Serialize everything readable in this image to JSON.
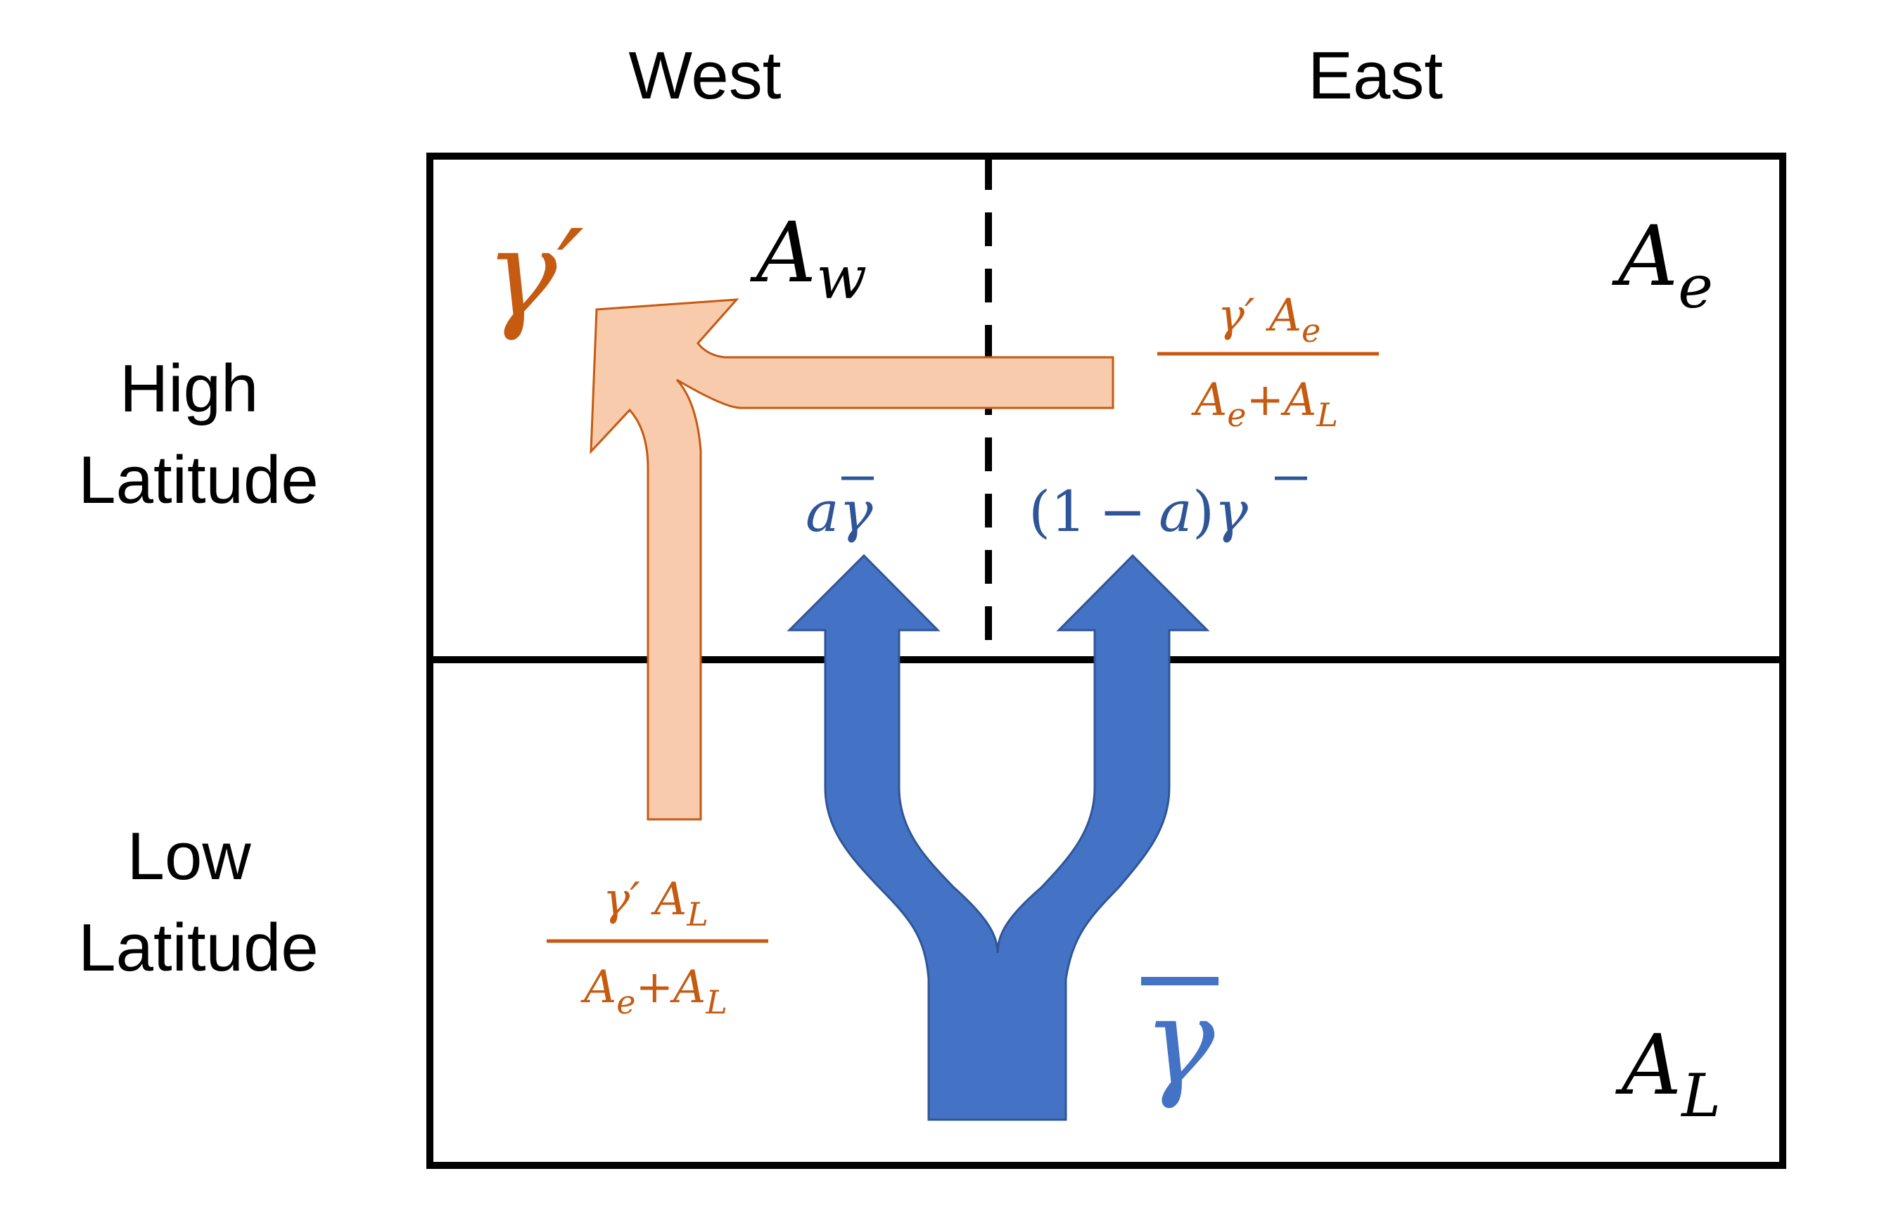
{
  "columns": {
    "west": "West",
    "east": "East"
  },
  "rows": {
    "high": [
      "High",
      "Latitude"
    ],
    "low": [
      "Low",
      "Latitude"
    ]
  },
  "regions": {
    "west_high": {
      "base": "A",
      "sub": "w"
    },
    "east_high": {
      "base": "A",
      "sub": "e"
    },
    "low": {
      "base": "A",
      "sub": "L"
    }
  },
  "orange": {
    "symbol": "γ′",
    "east_flux": {
      "num_sym": "γ′",
      "num_base": "A",
      "num_sub": "e",
      "den_a": "A",
      "den_a_sub": "e",
      "op": "+",
      "den_b": "A",
      "den_b_sub": "L"
    },
    "low_flux": {
      "num_sym": "γ′",
      "num_base": "A",
      "num_sub": "L",
      "den_a": "A",
      "den_a_sub": "e",
      "op": "+",
      "den_b": "A",
      "den_b_sub": "L"
    }
  },
  "blue": {
    "symbol": "γ",
    "west_label": {
      "coef": "a",
      "sym": "γ"
    },
    "east_label": {
      "open": "(1",
      "minus": "−",
      "var": "a",
      "close": ")",
      "sym": "γ"
    }
  },
  "colors": {
    "orange_fill": "#F8CBAD",
    "orange_stroke": "#C55A11",
    "orange_text": "#C55A11",
    "blue_fill": "#4472C4",
    "blue_stroke": "#2F5597",
    "blue_text": "#2F5597",
    "frame": "#000000"
  }
}
